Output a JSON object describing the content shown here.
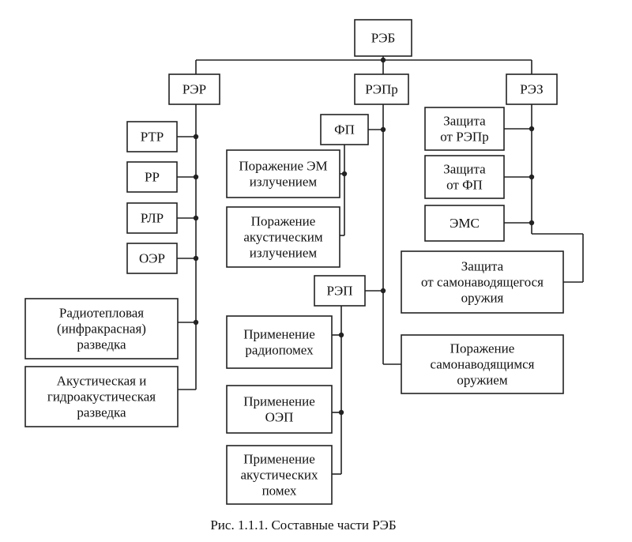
{
  "diagram": {
    "type": "hierarchy",
    "nodes": {
      "reb": [
        "РЭБ"
      ],
      "rer": [
        "РЭР"
      ],
      "repr": [
        "РЭПр"
      ],
      "rez": [
        "РЭЗ"
      ],
      "rtr": [
        "РТР"
      ],
      "rr": [
        "РР"
      ],
      "rlr": [
        "РЛР"
      ],
      "oer": [
        "ОЭР"
      ],
      "radioteplovaya": [
        "Радиотепловая",
        "(инфракрасная)",
        "разведка"
      ],
      "akusticheskaya": [
        "Акустическая и",
        "гидроакустическая",
        "разведка"
      ],
      "fp": [
        "ФП"
      ],
      "porazhenie_em": [
        "Поражение ЭМ",
        "излучением"
      ],
      "porazhenie_akust": [
        "Поражение",
        "акустическим",
        "излучением"
      ],
      "rep": [
        "РЭП"
      ],
      "prim_radiopomekh": [
        "Применение",
        "радиопомех"
      ],
      "prim_oep": [
        "Применение",
        "ОЭП"
      ],
      "prim_akust_pomekh": [
        "Применение",
        "акустических",
        "помех"
      ],
      "porazhenie_samonav": [
        "Поражение",
        "самонаводящимся",
        "оружием"
      ],
      "zashchita_repr": [
        "Защита",
        "от РЭПр"
      ],
      "zashchita_fp": [
        "Защита",
        "от ФП"
      ],
      "ems": [
        "ЭМС"
      ],
      "zashchita_samonav": [
        "Защита",
        "от самонаводящегося",
        "оружия"
      ]
    }
  },
  "caption": "Рис. 1.1.1. Составные части РЭБ",
  "colors": {
    "line": "#222222",
    "text": "#111111",
    "background": "#ffffff"
  }
}
